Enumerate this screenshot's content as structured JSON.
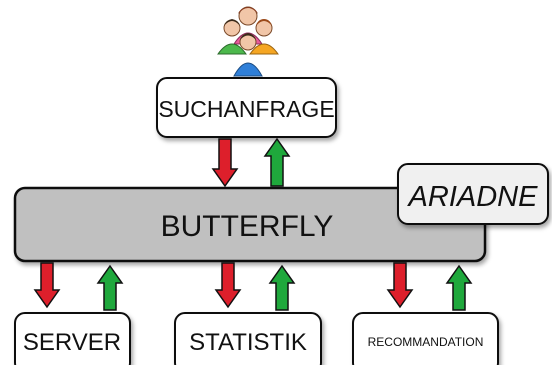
{
  "diagram": {
    "users_icon": "users-group-icon",
    "boxes": {
      "suchanfrage": "SUCHANFRAGE",
      "butterfly": "BUTTERFLY",
      "ariadne": "ARIADNE",
      "server": "SERVER",
      "statistik": "STATISTIK",
      "recommandation": "RECOMMANDATION"
    },
    "colors": {
      "box_fill": "#ffffff",
      "box_stroke": "#111111",
      "butterfly_fill": "#c0c0c0",
      "ariadne_fill": "#f0f0f0",
      "arrow_down": "#dd1f2b",
      "arrow_up": "#1fa83c"
    }
  }
}
